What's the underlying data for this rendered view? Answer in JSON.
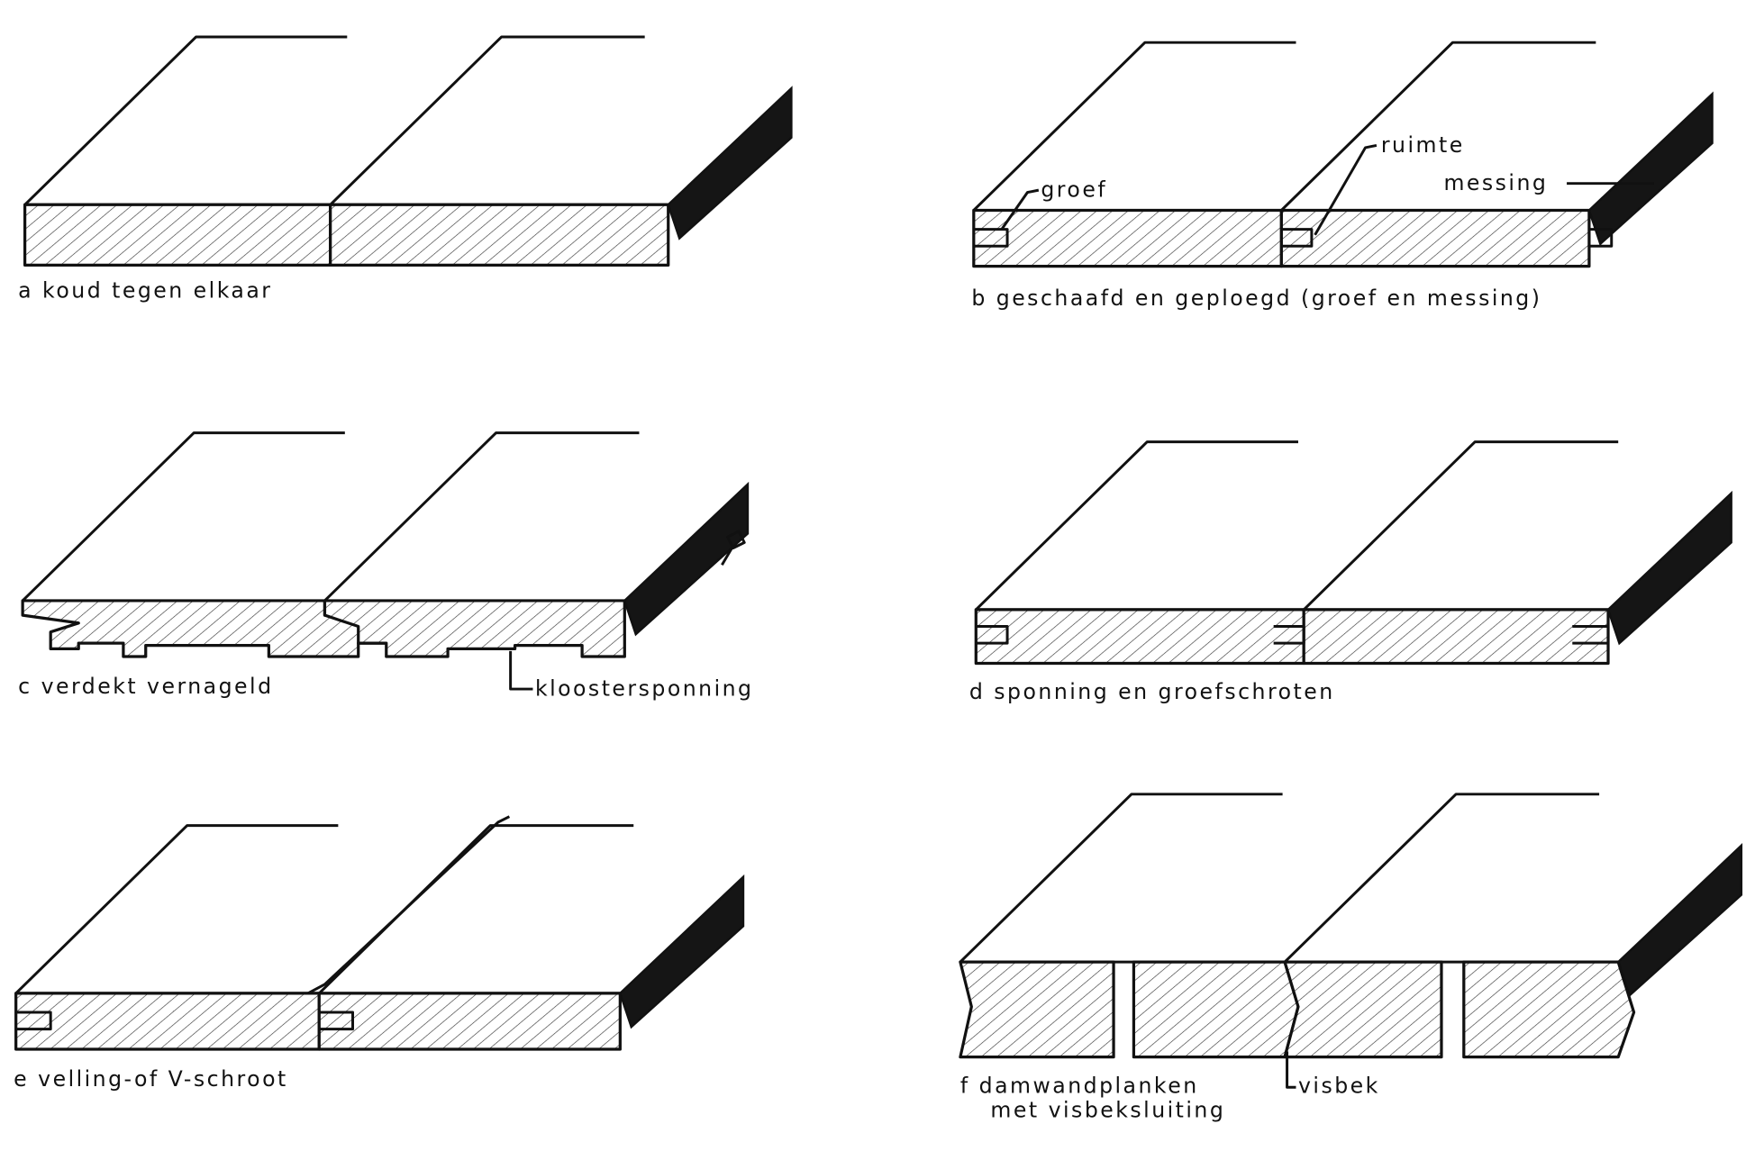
{
  "title": "Schroten en planken verbindingen",
  "panels": {
    "a": {
      "caption": "a  koud tegen elkaar"
    },
    "b": {
      "caption": "b  geschaafd en geploegd  (groef  en messing)",
      "callouts": {
        "groef": "groef",
        "ruimte": "ruimte",
        "messing": "messing"
      }
    },
    "c": {
      "caption": "c  verdekt vernageld",
      "callouts": {
        "kloostersponning": "kloostersponning"
      }
    },
    "d": {
      "caption": "d  sponning en groefschroten"
    },
    "e": {
      "caption": "e  velling-of V-schroot"
    },
    "f": {
      "caption_line1": "f  damwandplanken",
      "caption_line2": "met visbeksluiting",
      "callouts": {
        "visbek": "visbek"
      }
    }
  },
  "colors": {
    "ink": "#111111",
    "paper": "#ffffff"
  }
}
